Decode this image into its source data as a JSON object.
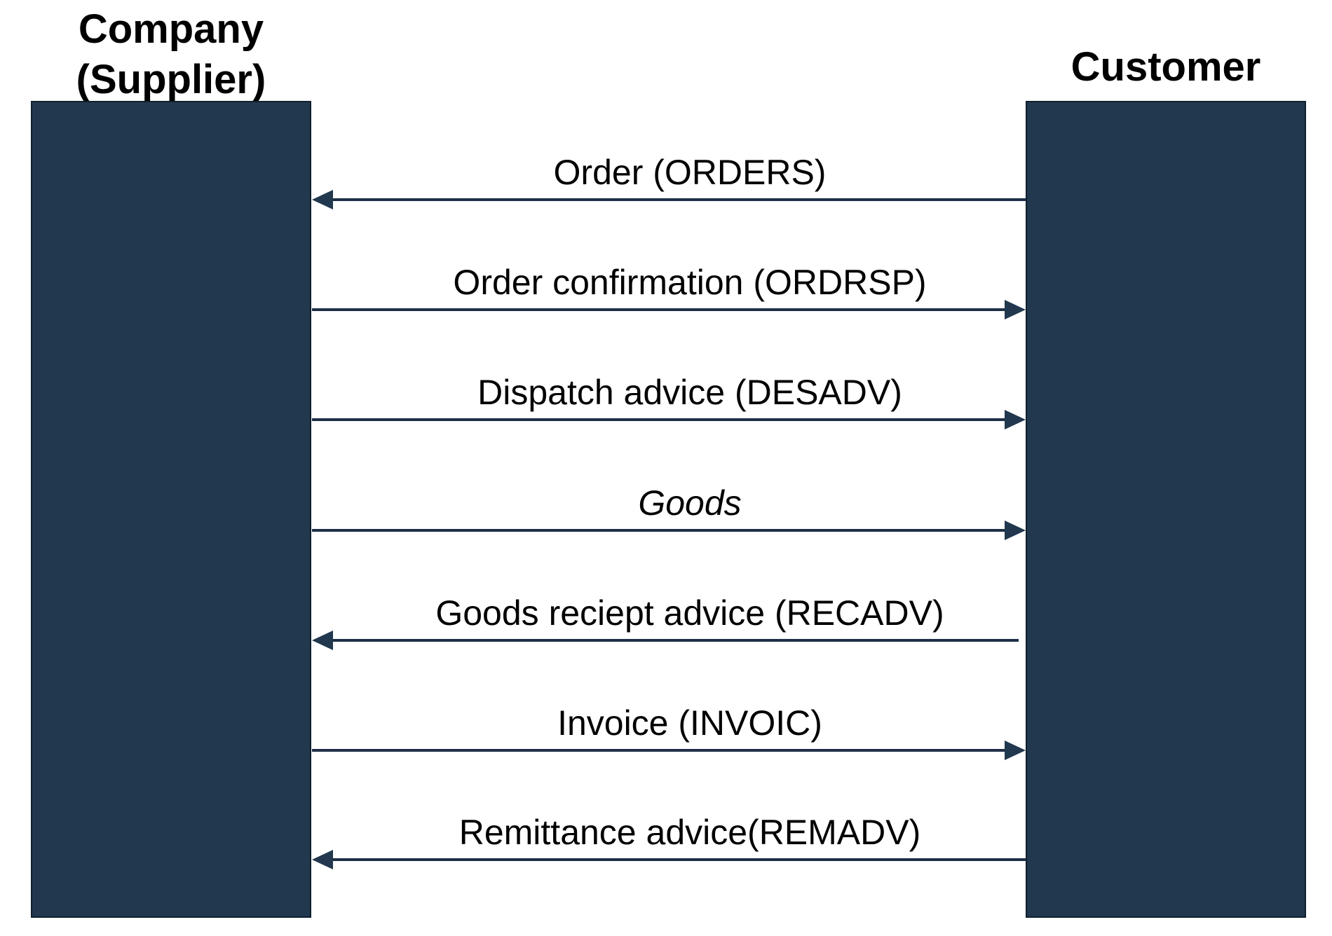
{
  "diagram": {
    "left_actor": {
      "name_line1": "Company",
      "name_line2": "(Supplier)"
    },
    "right_actor": {
      "name": "Customer"
    },
    "messages": [
      {
        "label": "Order (ORDERS)",
        "direction": "to_supplier",
        "style": "normal"
      },
      {
        "label": "Order confirmation (ORDRSP)",
        "direction": "to_customer",
        "style": "normal"
      },
      {
        "label": "Dispatch advice (DESADV)",
        "direction": "to_customer",
        "style": "normal"
      },
      {
        "label": "Goods",
        "direction": "to_customer",
        "style": "italic"
      },
      {
        "label": "Goods reciept advice (RECADV)",
        "direction": "to_supplier",
        "style": "normal"
      },
      {
        "label": "Invoice (INVOIC)",
        "direction": "to_customer",
        "style": "normal"
      },
      {
        "label": "Remittance advice(REMADV)",
        "direction": "to_supplier",
        "style": "normal"
      }
    ],
    "colors": {
      "bar_fill": "#21384E",
      "bar_border": "#10202F",
      "arrow_line": "#1E2F47",
      "arrow_head": "#22384E",
      "label_text": "#000000",
      "title_text": "#000000"
    }
  }
}
